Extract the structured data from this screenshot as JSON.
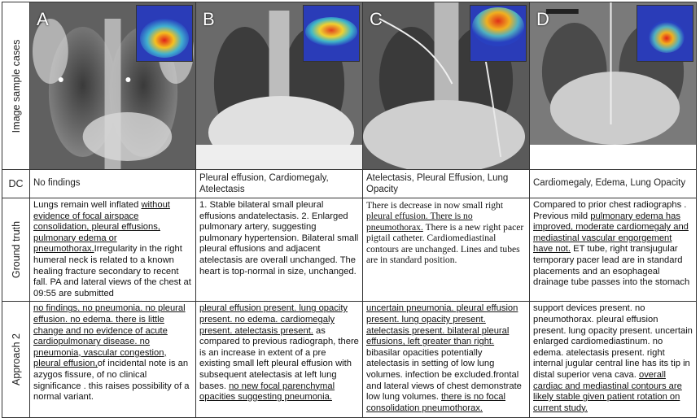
{
  "row_labels": {
    "images": "Image sample cases",
    "dc": "DC",
    "ground_truth": "Ground truth",
    "approach": "Approach 2"
  },
  "cases": [
    {
      "letter": "A",
      "dc": "No findings",
      "ground_truth": [
        {
          "t": "Lungs remain well inflated ",
          "u": false
        },
        {
          "t": "without evidence of focal airspace consolidation, pleural effusions, pulmonary edema or pneumothorax.",
          "u": true
        },
        {
          "t": "Irregularity in the right humeral neck is related to a known healing fracture secondary to recent fall. PA and lateral views of the chest at 09:55 are submitted",
          "u": false
        }
      ],
      "approach": [
        {
          "t": "no findings. no pneumonia. no pleural effusion. no edema. there is little change and no evidence of acute cardiopulmonary disease. no pneumonia, vascular congestion, pleural effusion,",
          "u": true
        },
        {
          "t": "of incidental note is an azygos fissure, of no clinical significance . this raises possibility of a normal variant.",
          "u": false
        }
      ]
    },
    {
      "letter": "B",
      "dc": "Pleural effusion, Cardiomegaly, Atelectasis",
      "ground_truth": [
        {
          "t": "1. Stable bilateral small pleural effusions andatelectasis. 2. Enlarged pulmonary artery, suggesting pulmonary hypertension. Bilateral small pleural effusions and adjacent atelectasis are overall unchanged. The heart is top-normal in size, unchanged.",
          "u": false
        }
      ],
      "approach": [
        {
          "t": "pleural effusion present. lung opacity present. no edema. cardiomegaly present. atelectasis present.",
          "u": true
        },
        {
          "t": " as compared to previous radiograph, there is an increase in extent of a pre existing small left pleural effusion with subsequent atelectasis at left lung bases. ",
          "u": false
        },
        {
          "t": "no new focal parenchymal opacities suggesting pneumonia.",
          "u": true
        }
      ]
    },
    {
      "letter": "C",
      "dc": "Atelectasis, Pleural Effusion, Lung Opacity",
      "ground_truth": [
        {
          "t": "There is decrease in now small right ",
          "u": false
        },
        {
          "t": "pleural effusion. There is no pneumothorax.",
          "u": true
        },
        {
          "t": " There is a new right pacer pigtail catheter. Cardiomediastinal contours are unchanged. Lines and tubes are in standard position.",
          "u": false
        }
      ],
      "approach": [
        {
          "t": "uncertain pneumonia. pleural effusion present. lung opacity present. atelectasis present. bilateral pleural effusions, left greater than right.",
          "u": true
        },
        {
          "t": " bibasilar opacities potentially atelectasis in setting of low lung volumes. infection be excluded.frontal and lateral views of chest demonstrate low lung volumes. ",
          "u": false
        },
        {
          "t": "there is no focal consolidation pneumothorax.",
          "u": true
        }
      ]
    },
    {
      "letter": "D",
      "dc": "Cardiomegaly, Edema, Lung Opacity",
      "ground_truth": [
        {
          "t": "Compared to prior chest radiographs . Previous mild ",
          "u": false
        },
        {
          "t": "pulmonary edema has improved, moderate cardiomegaly and mediastinal vascular engorgement have not.",
          "u": true
        },
        {
          "t": " ET tube, right transjugular temporary pacer lead are in standard placements and an esophageal drainage tube passes into the stomach",
          "u": false
        }
      ],
      "approach": [
        {
          "t": "support devices present. no pneumothorax. pleural effusion present. lung opacity present. uncertain enlarged cardiomediastinum. no edema. atelectasis present. right internal jugular central line has its tip in distal superior vena cava. ",
          "u": false
        },
        {
          "t": "overall cardiac and mediastinal contours are likely stable given patient rotation on current study.",
          "u": true
        }
      ]
    }
  ]
}
